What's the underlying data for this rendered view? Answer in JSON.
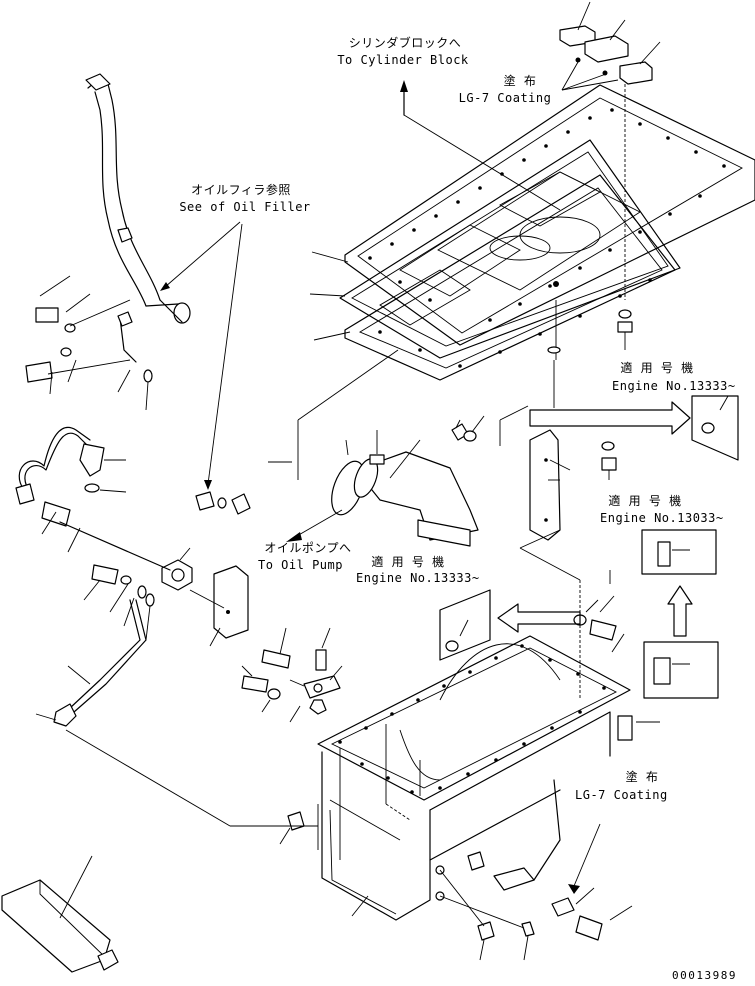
{
  "annotations": {
    "cylinder_block_jp": "シリンダブロックへ",
    "cylinder_block_en": "To Cylinder Block",
    "coating_top_jp": "塗 布",
    "coating_top_en": "LG-7 Coating",
    "oil_filler_jp": "オイルフィラ参照",
    "oil_filler_en": "See of Oil Filler",
    "engine_a_jp": "適 用 号 機",
    "engine_a_en": "Engine No.13333~",
    "engine_b_jp": "適 用 号 機",
    "engine_b_en": "Engine No.13033~",
    "oil_pump_jp": "オイルポンプへ",
    "oil_pump_en": "To Oil Pump",
    "engine_c_jp": "適 用 号 機",
    "engine_c_en": "Engine No.13333~",
    "coating_bottom_jp": "塗 布",
    "coating_bottom_en": "LG-7 Coating"
  },
  "drawing_number": "00013989"
}
